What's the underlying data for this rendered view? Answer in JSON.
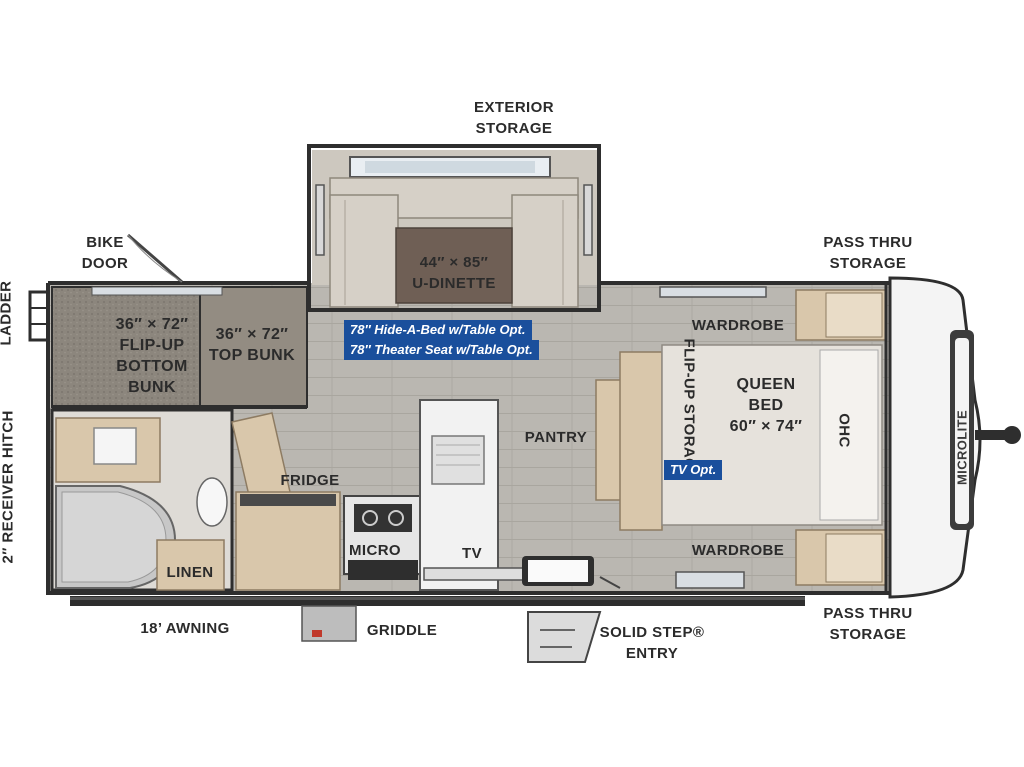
{
  "labels": {
    "exterior_storage": [
      "EXTERIOR",
      "STORAGE"
    ],
    "bike_door": [
      "BIKE",
      "DOOR"
    ],
    "pass_thru_storage_top": [
      "PASS THRU",
      "STORAGE"
    ],
    "pass_thru_storage_bottom": [
      "PASS THRU",
      "STORAGE"
    ],
    "ladder": "LADDER",
    "receiver_hitch": "2″ RECEIVER HITCH",
    "dinette": [
      "44″ × 85″",
      "U-DINETTE"
    ],
    "bottom_bunk": [
      "36″ × 72″",
      "FLIP-UP",
      "BOTTOM",
      "BUNK"
    ],
    "top_bunk": [
      "36″ × 72″",
      "TOP BUNK"
    ],
    "wardrobe_top": "WARDROBE",
    "wardrobe_bottom": "WARDROBE",
    "flip_up_storage": "FLIP-UP STORAGE",
    "queen_bed": [
      "QUEEN",
      "BED",
      "60″ × 74″"
    ],
    "ohc": "OHC",
    "pantry": "PANTRY",
    "fridge": "FRIDGE",
    "micro": "MICRO",
    "tv": "TV",
    "linen": "LINEN",
    "awning": "18’ AWNING",
    "griddle": "GRIDDLE",
    "solid_step_entry": [
      "SOLID STEP®",
      "ENTRY"
    ],
    "brand": "MICROLITE"
  },
  "notes": {
    "hide_a_bed": "78″ Hide-A-Bed w/Table Opt.",
    "theater_seat": "78″ Theater Seat w/Table Opt.",
    "tv_opt": "TV Opt."
  },
  "colors": {
    "wall": "#2e2e2e",
    "floor": "#b9b6b0",
    "cabinet": "#d9c7ab",
    "bunk": "#8a847b",
    "bed": "#e6e2dc",
    "dinette": "#cfc9c0",
    "dinette_table": "#6f5f55",
    "note_bg": "#1a4f9c",
    "cap": "#f4f4f4"
  }
}
